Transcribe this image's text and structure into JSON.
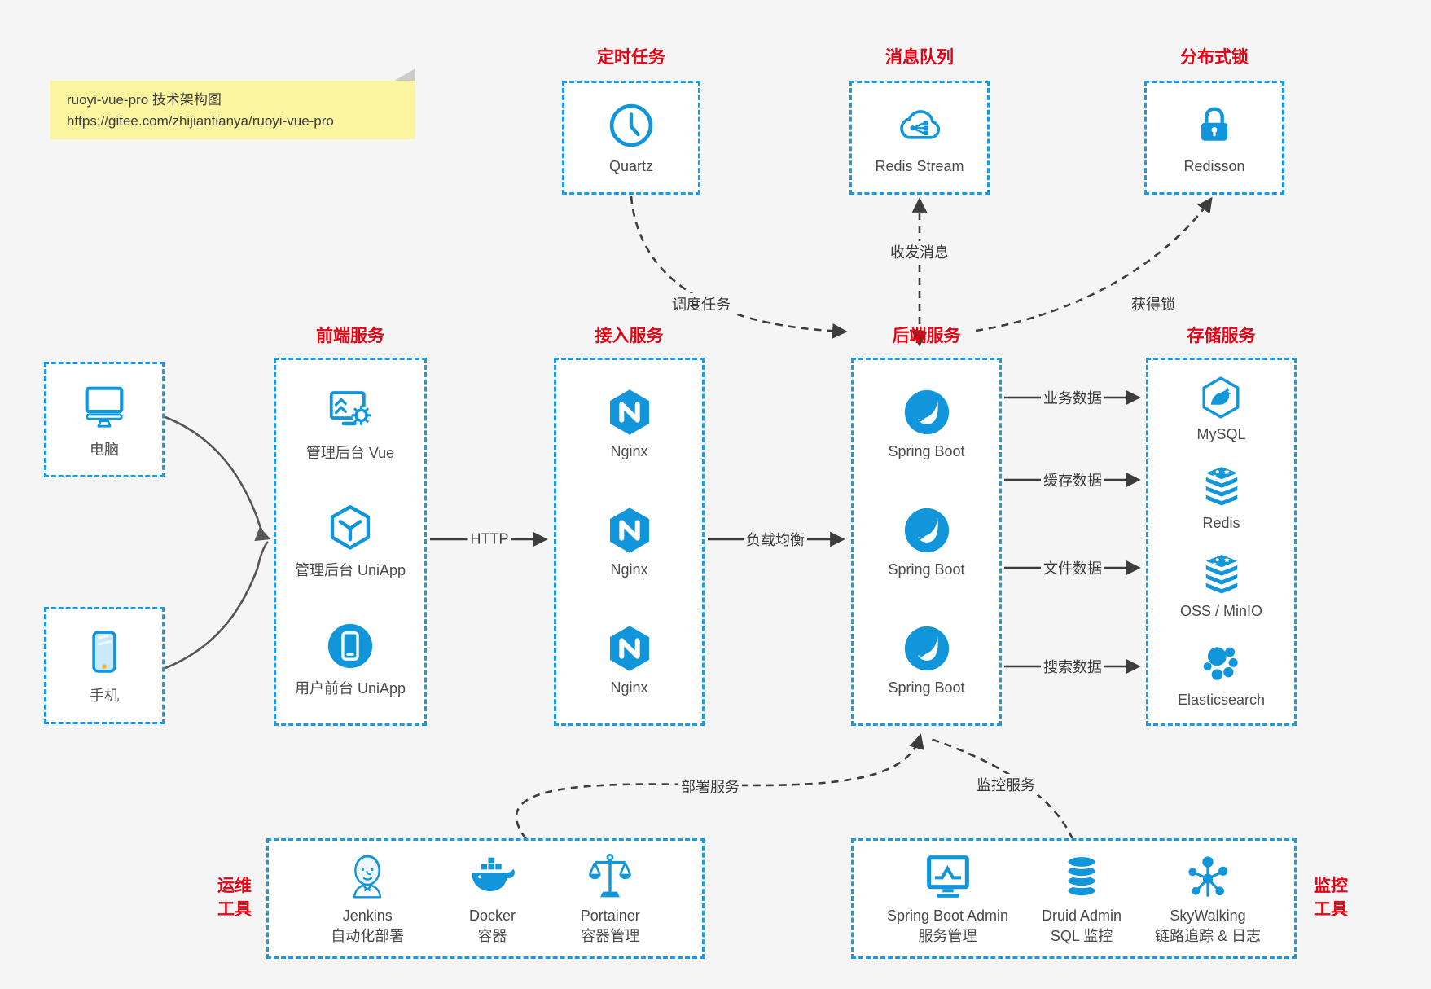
{
  "note": {
    "title": "ruoyi-vue-pro 技术架构图",
    "url": "https://gitee.com/zhijiantianya/ruoyi-vue-pro"
  },
  "colors": {
    "background": "#f5f5f6",
    "box_border_blue": "#179be8",
    "icon_blue": "#1296db",
    "title_red": "#e60012",
    "arrow_dark": "#3d3d3d",
    "note_yellow": "#fbf59f"
  },
  "top_groups": [
    {
      "title": "定时任务",
      "label": "Quartz",
      "icon": "clock-icon"
    },
    {
      "title": "消息队列",
      "label": "Redis Stream",
      "icon": "cloud-mq-icon"
    },
    {
      "title": "分布式锁",
      "label": "Redisson",
      "icon": "lock-icon"
    }
  ],
  "clients": [
    {
      "label": "电脑",
      "icon": "computer-icon"
    },
    {
      "label": "手机",
      "icon": "smartphone-icon"
    }
  ],
  "service_columns": [
    {
      "title": "前端服务",
      "items": [
        {
          "label": "管理后台 Vue",
          "icon": "admin-vue-icon"
        },
        {
          "label": "管理后台 UniApp",
          "icon": "uniapp-cube-icon"
        },
        {
          "label": "用户前台 UniApp",
          "icon": "user-app-icon"
        }
      ]
    },
    {
      "title": "接入服务",
      "items": [
        {
          "label": "Nginx",
          "icon": "nginx-icon"
        },
        {
          "label": "Nginx",
          "icon": "nginx-icon"
        },
        {
          "label": "Nginx",
          "icon": "nginx-icon"
        }
      ]
    },
    {
      "title": "后端服务",
      "items": [
        {
          "label": "Spring Boot",
          "icon": "spring-boot-icon"
        },
        {
          "label": "Spring Boot",
          "icon": "spring-boot-icon"
        },
        {
          "label": "Spring Boot",
          "icon": "spring-boot-icon"
        }
      ]
    },
    {
      "title": "存储服务",
      "items": [
        {
          "label": "MySQL",
          "icon": "mysql-icon"
        },
        {
          "label": "Redis",
          "icon": "redis-icon"
        },
        {
          "label": "OSS / MinIO",
          "icon": "oss-minio-icon"
        },
        {
          "label": "Elasticsearch",
          "icon": "elasticsearch-icon"
        }
      ]
    }
  ],
  "tool_groups": [
    {
      "side_line1": "运维",
      "side_line2": "工具",
      "items": [
        {
          "name": "Jenkins",
          "desc": "自动化部署",
          "icon": "jenkins-icon"
        },
        {
          "name": "Docker",
          "desc": "容器",
          "icon": "docker-icon"
        },
        {
          "name": "Portainer",
          "desc": "容器管理",
          "icon": "portainer-icon"
        }
      ]
    },
    {
      "side_line1": "监控",
      "side_line2": "工具",
      "items": [
        {
          "name": "Spring Boot Admin",
          "desc": "服务管理",
          "icon": "spring-boot-admin-icon"
        },
        {
          "name": "Druid Admin",
          "desc": "SQL 监控",
          "icon": "druid-icon"
        },
        {
          "name": "SkyWalking",
          "desc": "链路追踪 & 日志",
          "icon": "skywalking-icon"
        }
      ]
    }
  ],
  "edge_labels": {
    "http": "HTTP",
    "load_balance": "负载均衡",
    "schedule": "调度任务",
    "messages": "收发消息",
    "lock": "获得锁",
    "biz_data": "业务数据",
    "cache_data": "缓存数据",
    "file_data": "文件数据",
    "search_data": "搜索数据",
    "deploy": "部署服务",
    "monitor": "监控服务"
  }
}
